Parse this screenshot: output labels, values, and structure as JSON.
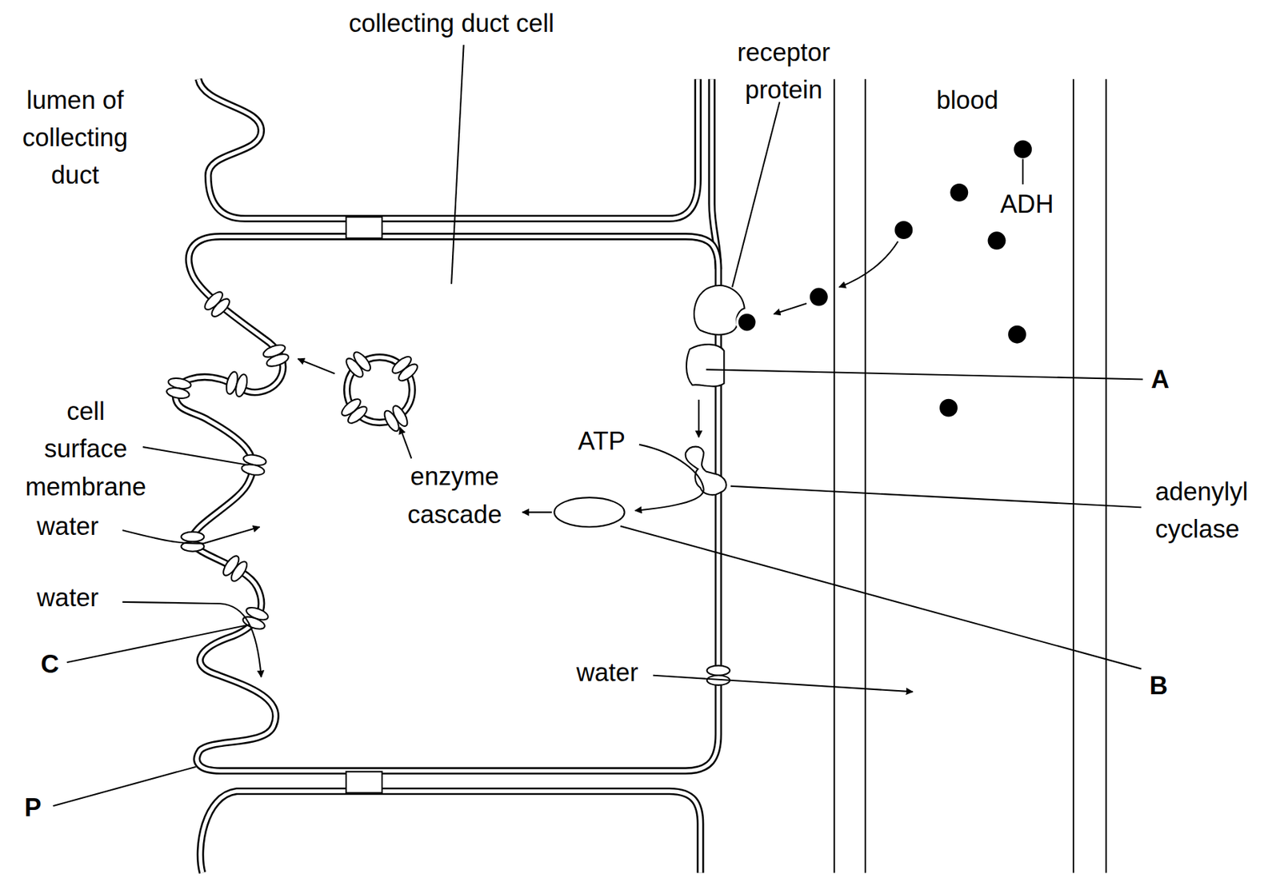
{
  "diagram": {
    "labels": [
      "collecting duct cell",
      "receptor protein",
      "lumen of collecting duct",
      "blood",
      "ADH",
      "A",
      "cell surface membrane",
      "ATP",
      "adenylyl cyclase",
      "enzyme cascade",
      "water",
      "water",
      "C",
      "B",
      "water",
      "P"
    ]
  }
}
